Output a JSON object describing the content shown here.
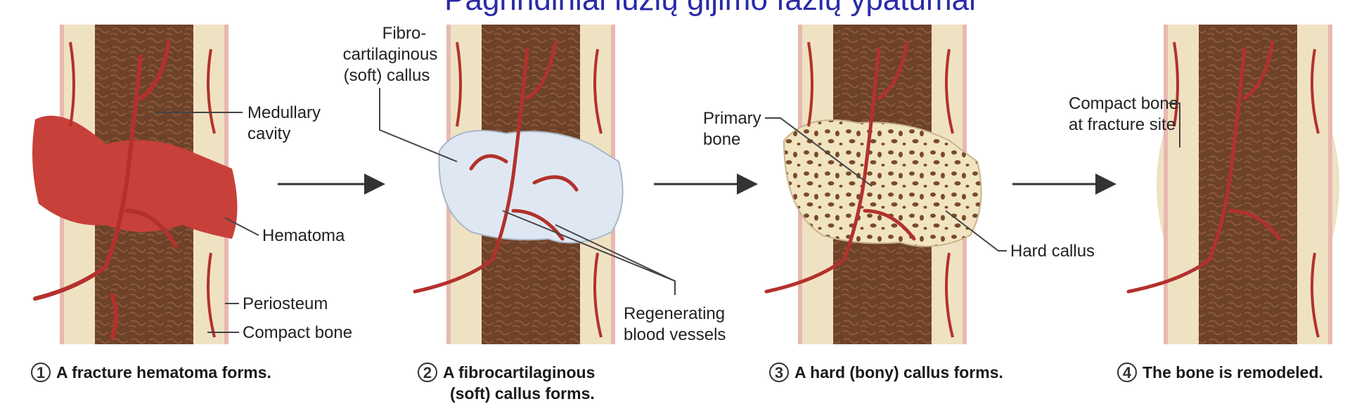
{
  "title": "Pagrindiniai lūžių gijimo fazių ypatumai",
  "colors": {
    "blood": "#c8403a",
    "vessel": "#b3312c",
    "marrow": "#6a3f27",
    "bone": "#efe2c3",
    "callus": "#dfe8f2",
    "periosteum": "#e8b8b0",
    "title": "#2a2aa8"
  },
  "panels": [
    {
      "num": "1",
      "caption": [
        "A fracture hematoma forms."
      ],
      "labels": [
        "Medullary",
        "cavity",
        "Hematoma",
        "Periosteum",
        "Compact bone"
      ]
    },
    {
      "num": "2",
      "caption": [
        "A fibrocartilaginous",
        "(soft) callus forms."
      ],
      "labels": [
        "Fibro-",
        "cartilaginous",
        "(soft) callus",
        "Regenerating",
        "blood vessels"
      ]
    },
    {
      "num": "3",
      "caption": [
        "A hard (bony) callus forms."
      ],
      "labels": [
        "Primary",
        "bone",
        "Hard callus"
      ]
    },
    {
      "num": "4",
      "caption": [
        "The bone is remodeled."
      ],
      "labels": [
        "Compact bone",
        "at fracture site"
      ]
    }
  ]
}
